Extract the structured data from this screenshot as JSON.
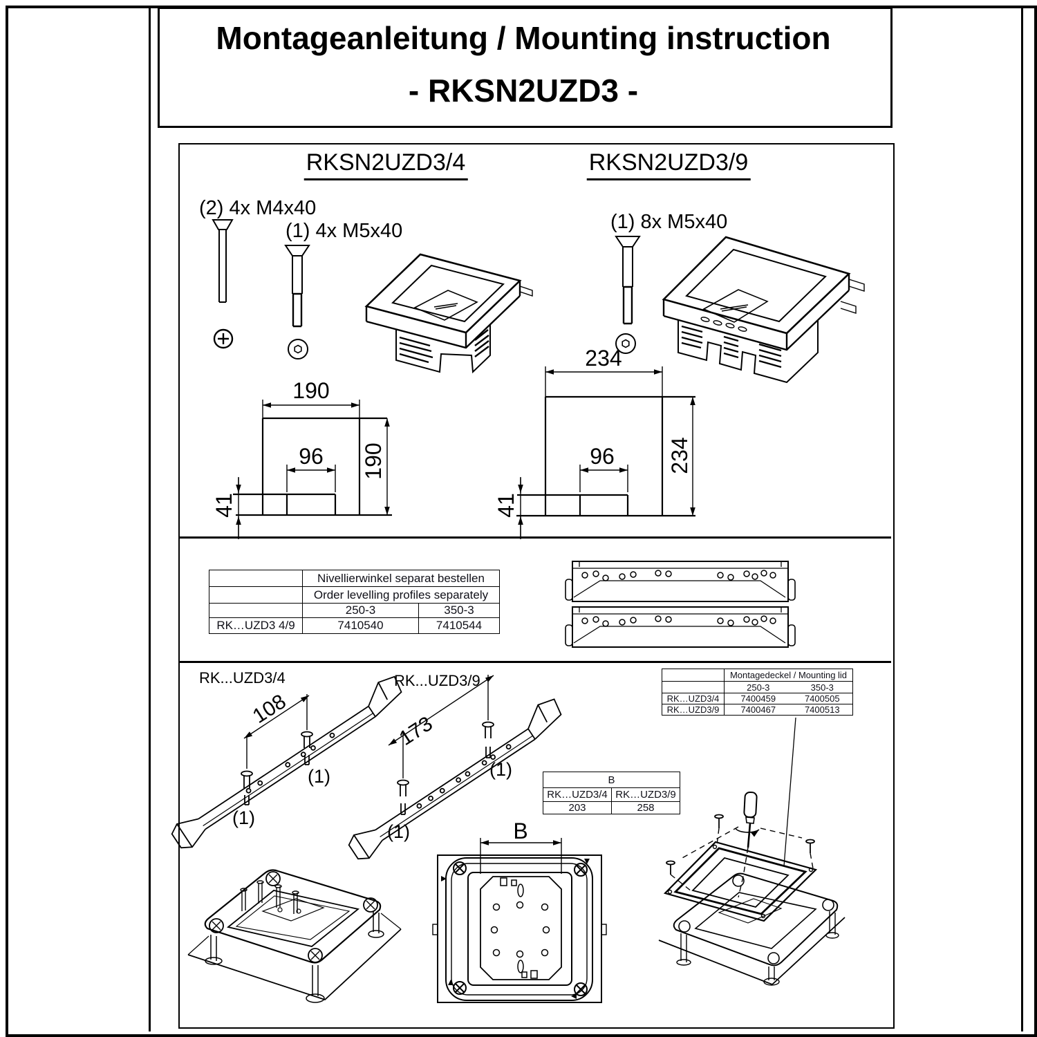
{
  "page": {
    "title_line1": "Montageanleitung / Mounting instruction",
    "title_line2": "- RKSN2UZD3 -"
  },
  "variants": {
    "v4": {
      "heading": "RKSN2UZD3/4",
      "screw_m4_label": "(2) 4x M4x40",
      "screw_m5_label": "(1) 4x M5x40",
      "dim_width": "190",
      "dim_height": "190",
      "dim_notch_width": "96",
      "dim_notch_height": "41"
    },
    "v9": {
      "heading": "RKSN2UZD3/9",
      "screw_m5_label": "(1) 8x M5x40",
      "dim_width": "234",
      "dim_height": "234",
      "dim_notch_width": "96",
      "dim_notch_height": "41"
    }
  },
  "levelling_table": {
    "title_de": "Nivellierwinkel separat bestellen",
    "title_en": "Order levelling profiles separately",
    "col1": "250-3",
    "col2": "350-3",
    "row_label": "RK…UZD3 4/9",
    "val1": "7410540",
    "val2": "7410544"
  },
  "rails": {
    "r4": {
      "label": "RK...UZD3/4",
      "dim": "108",
      "qty_a": "(1)",
      "qty_b": "(1)"
    },
    "r9": {
      "label": "RK...UZD3/9",
      "dim": "173",
      "qty_a": "(1)",
      "qty_b": "(1)"
    }
  },
  "lid_table": {
    "title": "Montagedeckel / Mounting lid",
    "col1": "250-3",
    "col2": "350-3",
    "rows": [
      {
        "label": "RK…UZD3/4",
        "val1": "7400459",
        "val2": "7400505"
      },
      {
        "label": "RK…UZD3/9",
        "val1": "7400467",
        "val2": "7400513"
      }
    ]
  },
  "b_table": {
    "title": "B",
    "col1": "RK…UZD3/4",
    "col2": "RK…UZD3/9",
    "val1": "203",
    "val2": "258"
  },
  "top_view": {
    "dim_label": "B"
  }
}
